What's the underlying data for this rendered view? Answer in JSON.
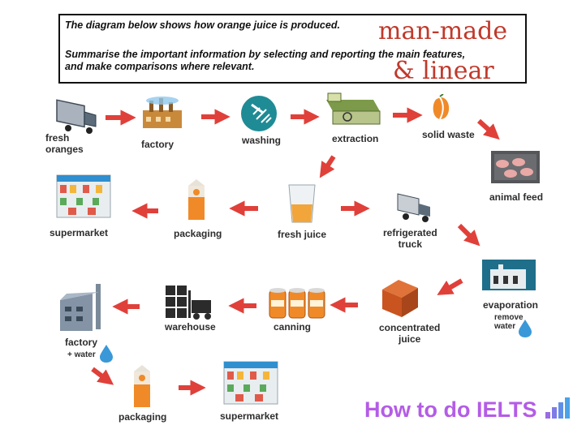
{
  "prompt": {
    "line1": "The diagram below shows how orange juice is produced.",
    "line2": "Summarise the important information by selecting and reporting the main features,",
    "line3": "and make comparisons where relevant."
  },
  "annotations": {
    "line1": "man-made",
    "line2": "& linear"
  },
  "stages": {
    "fresh_oranges": [
      "fresh",
      "oranges"
    ],
    "factory": "factory",
    "washing": "washing",
    "extraction": "extraction",
    "solid_waste": "solid waste",
    "animal_feed": "animal feed",
    "fresh_juice": "fresh juice",
    "packaging": "packaging",
    "supermarket": "supermarket",
    "refrigerated_truck": [
      "refrigerated",
      "truck"
    ],
    "evaporation": "evaporation",
    "remove_water": [
      "remove",
      "water"
    ],
    "concentrated_juice": [
      "concentrated",
      "juice"
    ],
    "canning": "canning",
    "warehouse": "warehouse",
    "factory2": "factory",
    "add_water": "+ water",
    "packaging2": "packaging",
    "supermarket2": "supermarket"
  },
  "brand": "How to do IELTS",
  "colors": {
    "arrow": "#e0403a",
    "annotation": "#c0392b",
    "brand_start": "#c86af0",
    "brand_end": "#4aa3e8",
    "water_drop": "#3a98d8",
    "orange": "#f08a28"
  }
}
